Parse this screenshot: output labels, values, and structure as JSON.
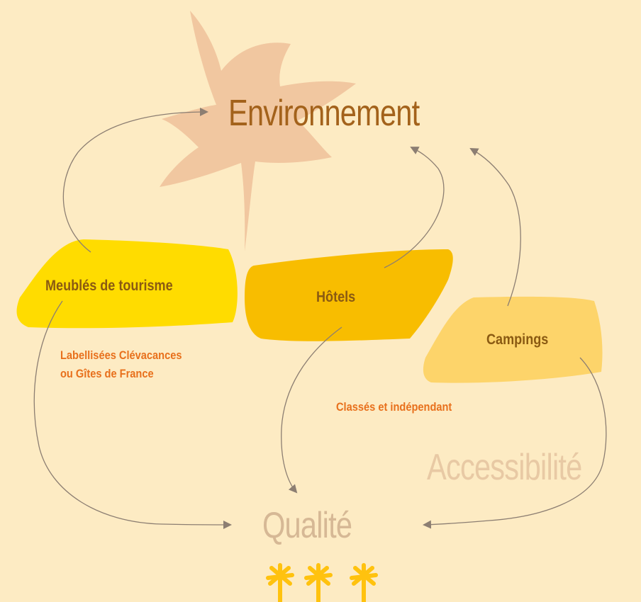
{
  "colors": {
    "background": "#fdebc3",
    "leaf": "#f1c7a0",
    "environnement": "#a3621b",
    "qualite": "#d6b895",
    "accessibilite": "#e8c9a4",
    "meubles": "#ffdc00",
    "hotels": "#f8bd00",
    "campings": "#fdd46a",
    "node_text": "#8a5a12",
    "note_text": "#e8701c",
    "arrow": "#8c7e72",
    "stars": "#ffc20e"
  },
  "titles": {
    "environnement": "Environnement",
    "qualite": "Qualité",
    "accessibilite": "Accessibilité"
  },
  "nodes": {
    "meubles": "Meublés de tourisme",
    "hotels": "Hôtels",
    "campings": "Campings"
  },
  "notes": {
    "meubles_line1": "Labellisées Clévacances",
    "meubles_line2": "ou Gîtes de France",
    "hotels": "Classés et indépendant"
  },
  "icons": {
    "leaf": "maple-leaf-icon",
    "stars": "star-icon"
  }
}
